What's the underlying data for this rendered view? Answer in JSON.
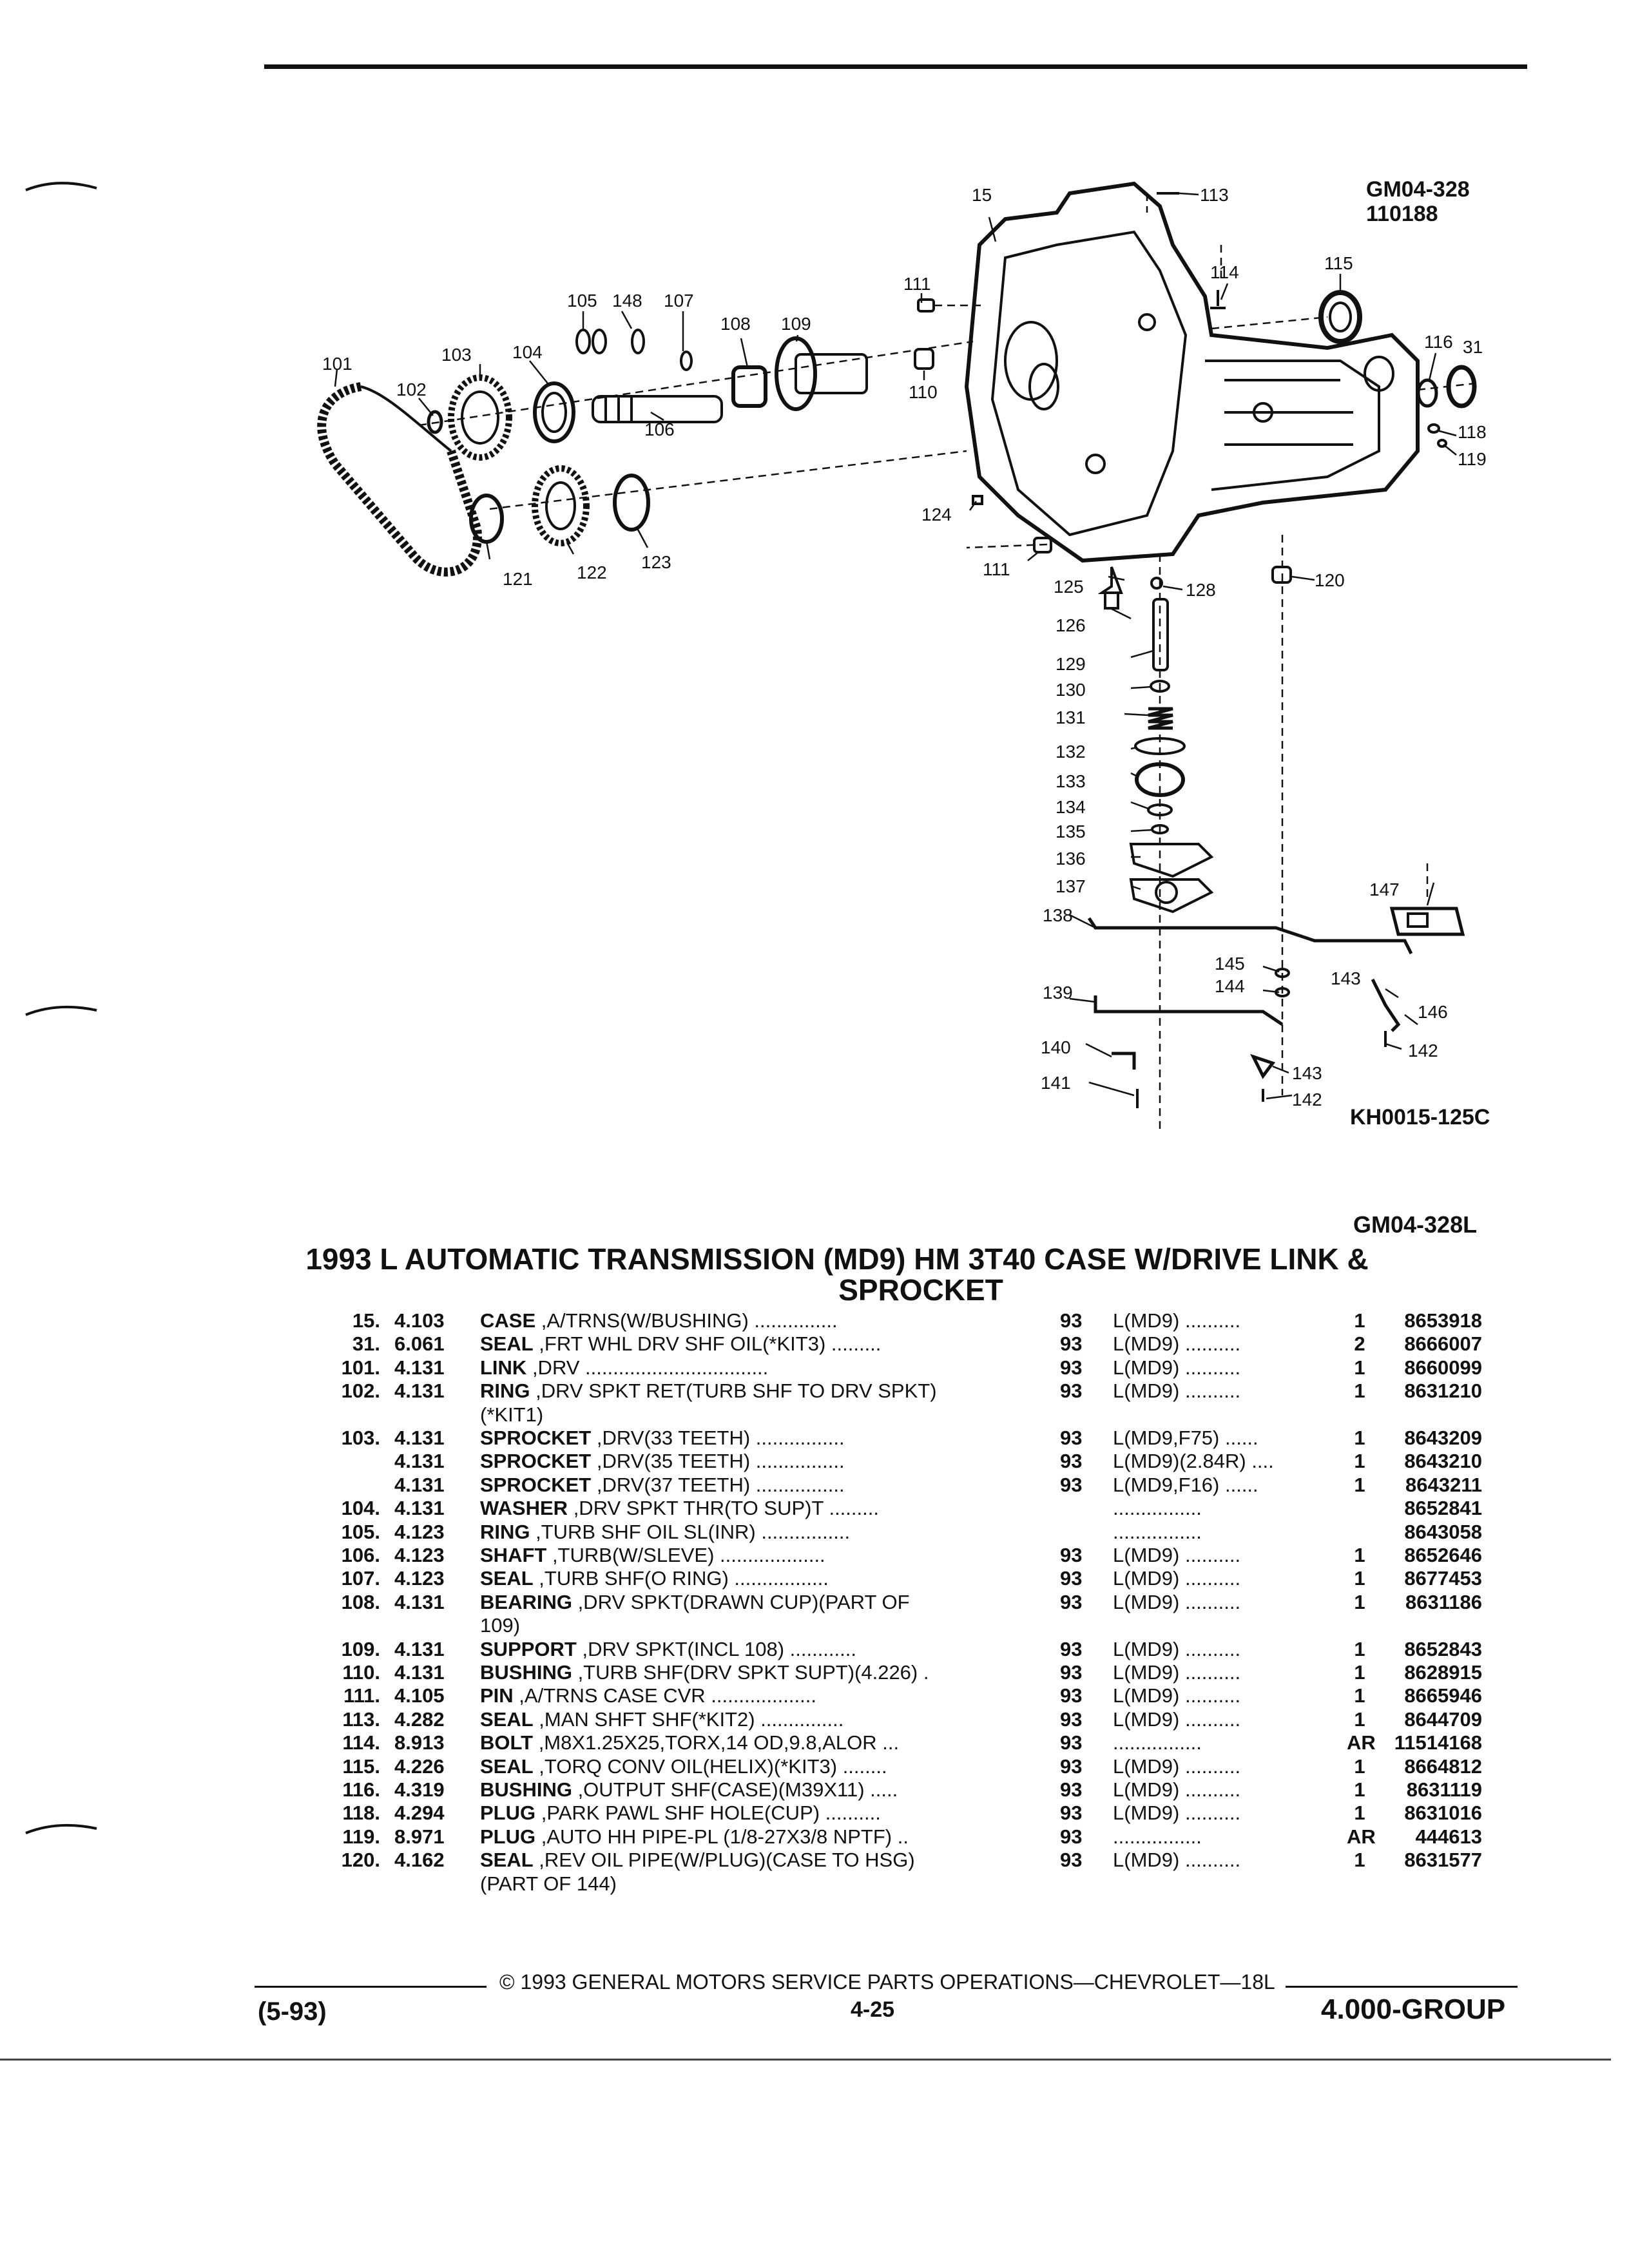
{
  "header": {
    "code": "GM04-328",
    "date": "110188"
  },
  "diagram": {
    "code": "KH0015-125C",
    "labels": [
      "15",
      "113",
      "114",
      "115",
      "116",
      "31",
      "118",
      "119",
      "111",
      "105",
      "148",
      "107",
      "108",
      "109",
      "110",
      "101",
      "103",
      "104",
      "102",
      "106",
      "121",
      "122",
      "123",
      "124",
      "111",
      "125",
      "128",
      "126",
      "129",
      "130",
      "131",
      "132",
      "133",
      "134",
      "135",
      "136",
      "137",
      "138",
      "120",
      "147",
      "145",
      "144",
      "143",
      "146",
      "142",
      "139",
      "140",
      "141",
      "143",
      "142"
    ]
  },
  "page_code": "GM04-328L",
  "title": {
    "line1": "1993 L AUTOMATIC TRANSMISSION (MD9) HM 3T40 CASE W/DRIVE LINK &",
    "line2": "SPROCKET"
  },
  "parts": [
    {
      "ref": "15.",
      "grp": "4.103",
      "name": "CASE",
      "rest": ",A/TRNS(W/BUSHING)  ...............",
      "year": "93",
      "model": "L(MD9)  ..........",
      "qty": "1",
      "pn": "8653918"
    },
    {
      "ref": "31.",
      "grp": "6.061",
      "name": "SEAL",
      "rest": ",FRT WHL DRV SHF OIL(*KIT3)  .........",
      "year": "93",
      "model": "L(MD9)  ..........",
      "qty": "2",
      "pn": "8666007"
    },
    {
      "ref": "101.",
      "grp": "4.131",
      "name": "LINK",
      "rest": ",DRV  .................................",
      "year": "93",
      "model": "L(MD9)  ..........",
      "qty": "1",
      "pn": "8660099"
    },
    {
      "ref": "102.",
      "grp": "4.131",
      "name": "RING",
      "rest": ",DRV SPKT RET(TURB SHF TO DRV SPKT)",
      "year": "93",
      "model": "L(MD9)  ..........",
      "qty": "1",
      "pn": "8631210"
    },
    {
      "ref": "",
      "grp": "",
      "name": "",
      "rest": "(*KIT1)",
      "year": "",
      "model": "",
      "qty": "",
      "pn": ""
    },
    {
      "ref": "103.",
      "grp": "4.131",
      "name": "SPROCKET",
      "rest": ",DRV(33 TEETH)  ................",
      "year": "93",
      "model": "L(MD9,F75)  ......",
      "qty": "1",
      "pn": "8643209"
    },
    {
      "ref": "",
      "grp": "4.131",
      "name": "SPROCKET",
      "rest": ",DRV(35 TEETH)  ................",
      "year": "93",
      "model": "L(MD9)(2.84R)  ....",
      "qty": "1",
      "pn": "8643210"
    },
    {
      "ref": "",
      "grp": "4.131",
      "name": "SPROCKET",
      "rest": ",DRV(37 TEETH)  ................",
      "year": "93",
      "model": "L(MD9,F16)  ......",
      "qty": "1",
      "pn": "8643211"
    },
    {
      "ref": "104.",
      "grp": "4.131",
      "name": "WASHER",
      "rest": ",DRV SPKT THR(TO SUP)T  .........",
      "year": "",
      "model": "................",
      "qty": "",
      "pn": "8652841"
    },
    {
      "ref": "105.",
      "grp": "4.123",
      "name": "RING",
      "rest": ",TURB SHF OIL SL(INR)  ................",
      "year": "",
      "model": "................",
      "qty": "",
      "pn": "8643058"
    },
    {
      "ref": "106.",
      "grp": "4.123",
      "name": "SHAFT",
      "rest": ",TURB(W/SLEVE)  ...................",
      "year": "93",
      "model": "L(MD9)  ..........",
      "qty": "1",
      "pn": "8652646"
    },
    {
      "ref": "107.",
      "grp": "4.123",
      "name": "SEAL",
      "rest": ",TURB SHF(O RING)  .................",
      "year": "93",
      "model": "L(MD9)  ..........",
      "qty": "1",
      "pn": "8677453"
    },
    {
      "ref": "108.",
      "grp": "4.131",
      "name": "BEARING",
      "rest": ",DRV SPKT(DRAWN CUP)(PART OF",
      "year": "93",
      "model": "L(MD9)  ..........",
      "qty": "1",
      "pn": "8631186"
    },
    {
      "ref": "",
      "grp": "",
      "name": "",
      "rest": "109)",
      "year": "",
      "model": "",
      "qty": "",
      "pn": ""
    },
    {
      "ref": "109.",
      "grp": "4.131",
      "name": "SUPPORT",
      "rest": ",DRV SPKT(INCL 108)  ............",
      "year": "93",
      "model": "L(MD9)  ..........",
      "qty": "1",
      "pn": "8652843"
    },
    {
      "ref": "110.",
      "grp": "4.131",
      "name": "BUSHING",
      "rest": ",TURB SHF(DRV SPKT SUPT)(4.226)  .",
      "year": "93",
      "model": "L(MD9)  ..........",
      "qty": "1",
      "pn": "8628915"
    },
    {
      "ref": "111.",
      "grp": "4.105",
      "name": "PIN",
      "rest": ",A/TRNS CASE CVR  ...................",
      "year": "93",
      "model": "L(MD9)  ..........",
      "qty": "1",
      "pn": "8665946"
    },
    {
      "ref": "113.",
      "grp": "4.282",
      "name": "SEAL",
      "rest": ",MAN SHFT SHF(*KIT2)  ...............",
      "year": "93",
      "model": "L(MD9)  ..........",
      "qty": "1",
      "pn": "8644709"
    },
    {
      "ref": "114.",
      "grp": "8.913",
      "name": "BOLT",
      "rest": ",M8X1.25X25,TORX,14 OD,9.8,ALOR  ...",
      "year": "93",
      "model": "................",
      "qty": "AR",
      "pn": "11514168"
    },
    {
      "ref": "115.",
      "grp": "4.226",
      "name": "SEAL",
      "rest": ",TORQ CONV OIL(HELIX)(*KIT3)  ........",
      "year": "93",
      "model": "L(MD9)  ..........",
      "qty": "1",
      "pn": "8664812"
    },
    {
      "ref": "116.",
      "grp": "4.319",
      "name": "BUSHING",
      "rest": ",OUTPUT SHF(CASE)(M39X11)  .....",
      "year": "93",
      "model": "L(MD9)  ..........",
      "qty": "1",
      "pn": "8631119"
    },
    {
      "ref": "118.",
      "grp": "4.294",
      "name": "PLUG",
      "rest": ",PARK PAWL SHF HOLE(CUP)  ..........",
      "year": "93",
      "model": "L(MD9)  ..........",
      "qty": "1",
      "pn": "8631016"
    },
    {
      "ref": "119.",
      "grp": "8.971",
      "name": "PLUG",
      "rest": ",AUTO HH PIPE-PL (1/8-27X3/8 NPTF)  ..",
      "year": "93",
      "model": "................",
      "qty": "AR",
      "pn": "444613"
    },
    {
      "ref": "120.",
      "grp": "4.162",
      "name": "SEAL",
      "rest": ",REV OIL PIPE(W/PLUG)(CASE TO HSG)",
      "year": "93",
      "model": "L(MD9)  ..........",
      "qty": "1",
      "pn": "8631577"
    },
    {
      "ref": "",
      "grp": "",
      "name": "",
      "rest": "(PART OF 144)",
      "year": "",
      "model": "",
      "qty": "",
      "pn": ""
    }
  ],
  "footer": {
    "copyright": "© 1993 GENERAL MOTORS SERVICE PARTS OPERATIONS—CHEVROLET—18L",
    "date": "(5-93)",
    "page": "4-25",
    "group": "4.000-GROUP"
  }
}
